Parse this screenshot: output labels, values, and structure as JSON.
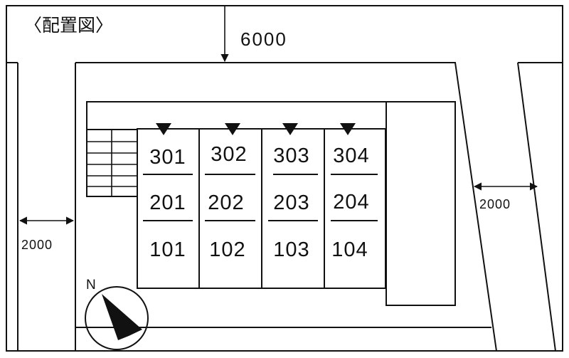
{
  "title": "〈配置図〉",
  "dimensions": {
    "top_road": "6000",
    "left_road": "2000",
    "right_road": "2000"
  },
  "units": [
    [
      "301",
      "302",
      "303",
      "304"
    ],
    [
      "201",
      "202",
      "203",
      "204"
    ],
    [
      "101",
      "102",
      "103",
      "104"
    ]
  ],
  "north_label": "N"
}
